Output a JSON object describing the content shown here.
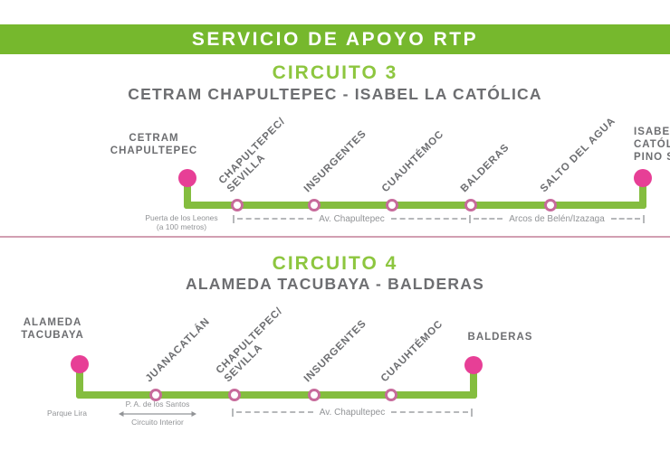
{
  "colors": {
    "header_green": "#76b82d",
    "line_green": "#84bd3f",
    "title_green": "#8dc63f",
    "terminal_pink": "#e73f96",
    "stop_ring_pink": "#c76b9b",
    "divider_pink": "#d29fb2",
    "label_gray": "#6d6e71",
    "note_gray": "#919396"
  },
  "header": {
    "title": "SERVICIO DE APOYO RTP"
  },
  "circuit3": {
    "title": "CIRCUITO 3",
    "subtitle": "CETRAM CHAPULTEPEC - ISABEL LA CATÓLICA",
    "terminal_left": {
      "label": "CETRAM\nCHAPULTEPEC",
      "note": "Puerta de los Leones\n(a 100 metros)"
    },
    "terminal_right": {
      "label": "ISABEL LA\nCATÓLICA /\nPINO SUÁREZ"
    },
    "stations": [
      {
        "label": "CHAPULTEPEC/\nSEVILLA"
      },
      {
        "label": "INSURGENTES"
      },
      {
        "label": "CUAUHTÉMOC"
      },
      {
        "label": "BALDERAS"
      },
      {
        "label": "SALTO DEL AGUA"
      }
    ],
    "road_segments": [
      "Av. Chapultepec",
      "Arcos de Belén/Izazaga"
    ]
  },
  "circuit4": {
    "title": "CIRCUITO 4",
    "subtitle": "ALAMEDA TACUBAYA - BALDERAS",
    "terminal_left": {
      "label": "ALAMEDA\nTACUBAYA",
      "note": "Parque Lira"
    },
    "terminal_right": {
      "label": "BALDERAS"
    },
    "stations": [
      {
        "label": "JUANACATLÁN"
      },
      {
        "label": "CHAPULTEPEC/\nSEVILLA"
      },
      {
        "label": "INSURGENTES"
      },
      {
        "label": "CUAUHTÉMOC"
      }
    ],
    "crossing": {
      "top": "P. A. de los Santos",
      "bottom": "Circuito Interior"
    },
    "road_segments": [
      "Av. Chapultepec"
    ]
  }
}
